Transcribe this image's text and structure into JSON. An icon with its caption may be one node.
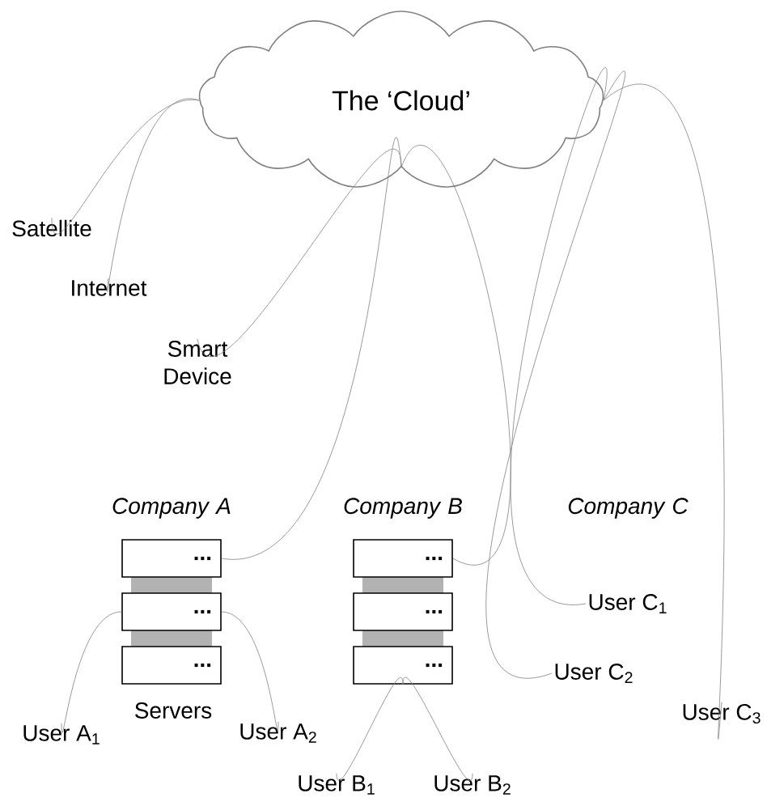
{
  "diagram": {
    "nodes": [
      {
        "text": [
          "The ‘Cloud’"
        ]
      },
      {
        "text": [
          "Satellite"
        ]
      },
      {
        "text": [
          "Internet"
        ]
      },
      {
        "text": [
          "Smart Device"
        ]
      },
      {
        "text": [
          "..."
        ]
      },
      {
        "text": [
          "..."
        ]
      },
      {
        "text": [
          "..."
        ]
      },
      {
        "text": [
          "..."
        ]
      },
      {
        "text": [
          "..."
        ]
      },
      {
        "text": [
          "..."
        ]
      },
      {
        "text": [
          "User C$_{1}$"
        ]
      },
      {
        "text": [
          "User C$_{2}$"
        ]
      },
      {
        "text": [
          "User C$_{3}$"
        ]
      },
      {
        "text": [
          "User A$_{1}$"
        ]
      },
      {
        "text": [
          "User A$_{2}$"
        ]
      },
      {
        "text": [
          "User B$_{1}$"
        ]
      },
      {
        "text": [
          "User B$_{2}$"
        ]
      }
    ],
    "edges": [
      {
        "from": 0,
        "to": 1,
        "arrow": "none"
      },
      {
        "from": 0,
        "to": 2,
        "arrow": "none"
      },
      {
        "from": 0,
        "to": 3,
        "arrow": "none"
      },
      {
        "from": 0,
        "to": 4,
        "arrow": "none"
      },
      {
        "from": 0,
        "to": 7,
        "arrow": "none"
      },
      {
        "from": 0,
        "to": 10,
        "arrow": "none"
      },
      {
        "from": 0,
        "to": 11,
        "arrow": "none"
      },
      {
        "from": 0,
        "to": 12,
        "arrow": "none"
      },
      {
        "from": 5,
        "to": 13,
        "arrow": "none"
      },
      {
        "from": 5,
        "to": 14,
        "arrow": "none"
      },
      {
        "from": 9,
        "to": 15,
        "arrow": "none"
      },
      {
        "from": 9,
        "to": 16,
        "arrow": "none"
      }
    ],
    "labels": [
      "Company A",
      "Company B",
      "Company C",
      "Servers"
    ]
  }
}
